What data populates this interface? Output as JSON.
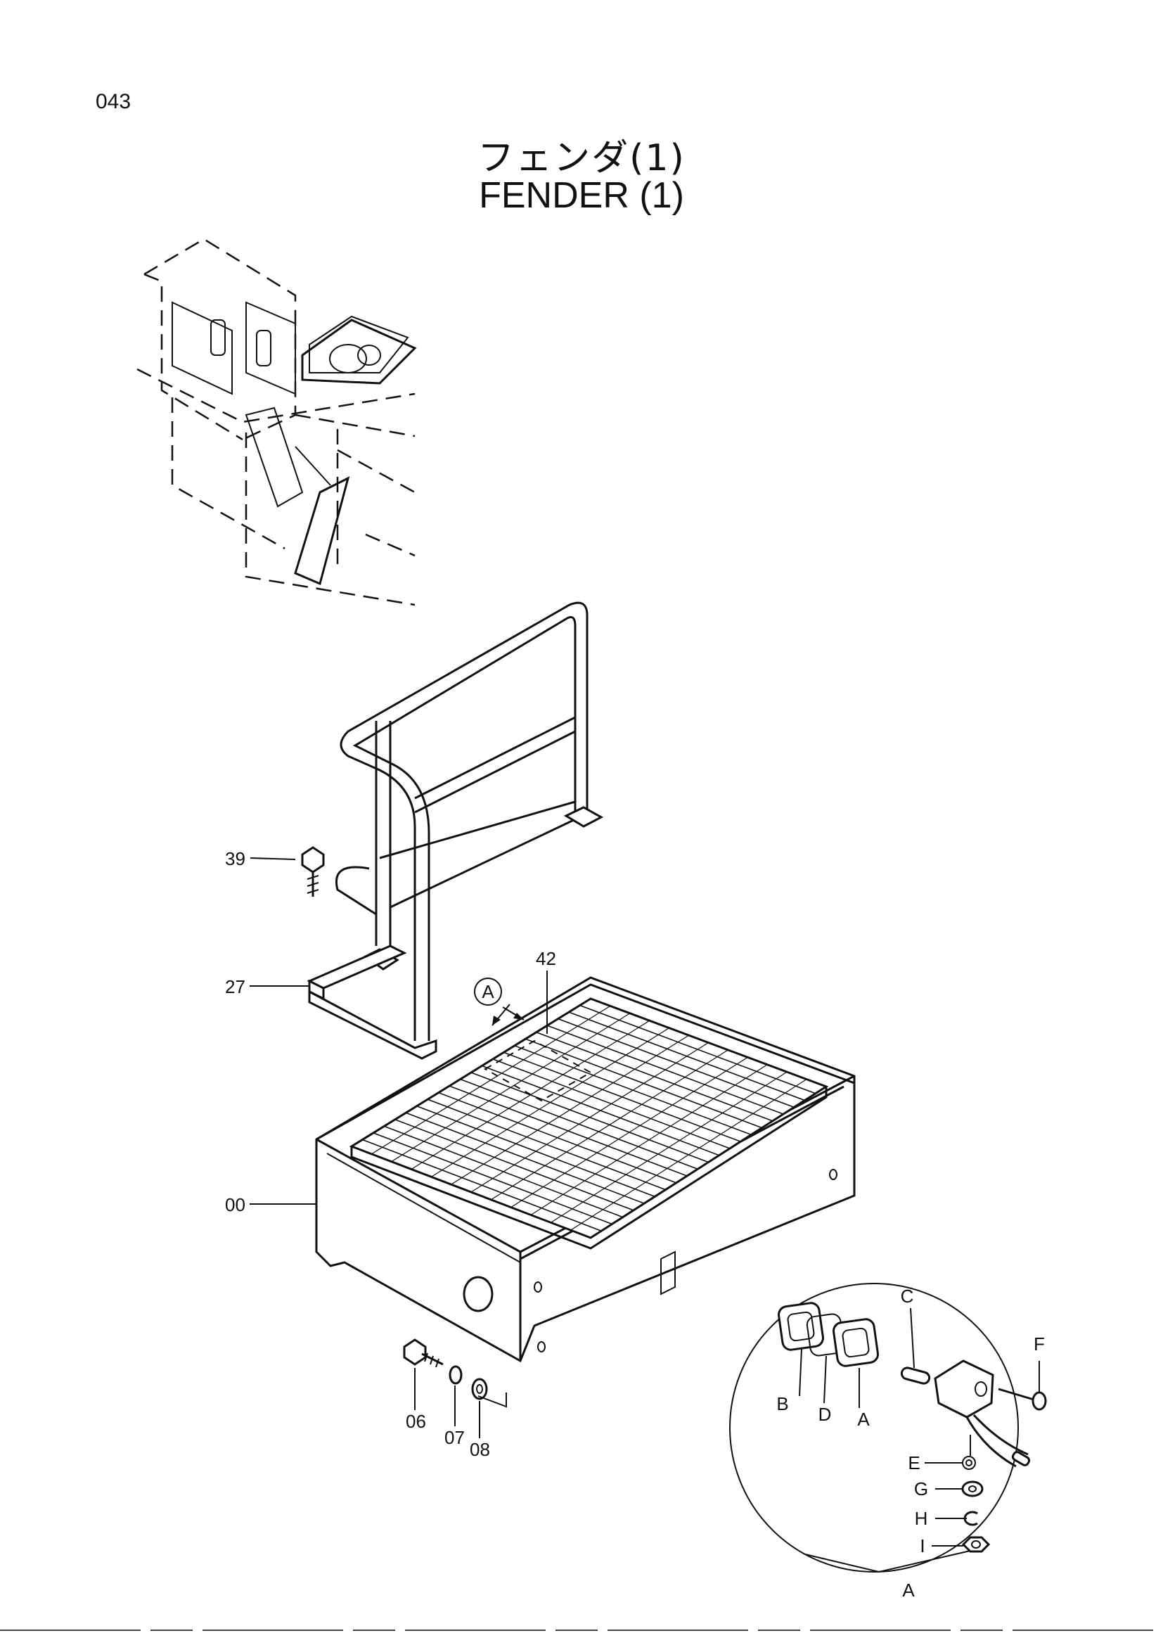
{
  "page": {
    "number": "043",
    "title_jp": "フェンダ(1)",
    "title_en": "FENDER (1)"
  },
  "callouts": {
    "c39": "39",
    "c27": "27",
    "c00": "00",
    "c42": "42",
    "c06": "06",
    "c07": "07",
    "c08": "08",
    "detail_ref": "A"
  },
  "detail": {
    "label": "A",
    "parts": {
      "A": "A",
      "B": "B",
      "C": "C",
      "D": "D",
      "E": "E",
      "F": "F",
      "G": "G",
      "H": "H",
      "I": "I"
    }
  }
}
